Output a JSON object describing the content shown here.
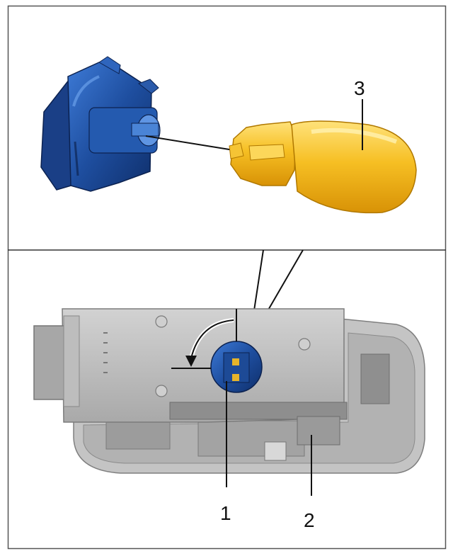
{
  "callouts": {
    "c1": "1",
    "c2": "2",
    "c3": "3"
  },
  "colors": {
    "frame": "#555555",
    "socket_blue": "#1f4f9e",
    "bulb_yellow": "#f2b61a",
    "housing_gray": "#b9b9b9",
    "line": "#111111"
  },
  "icons": [
    "bulb-socket-icon",
    "wedge-bulb-icon",
    "lamp-housing-icon",
    "rotation-arrow-icon"
  ]
}
